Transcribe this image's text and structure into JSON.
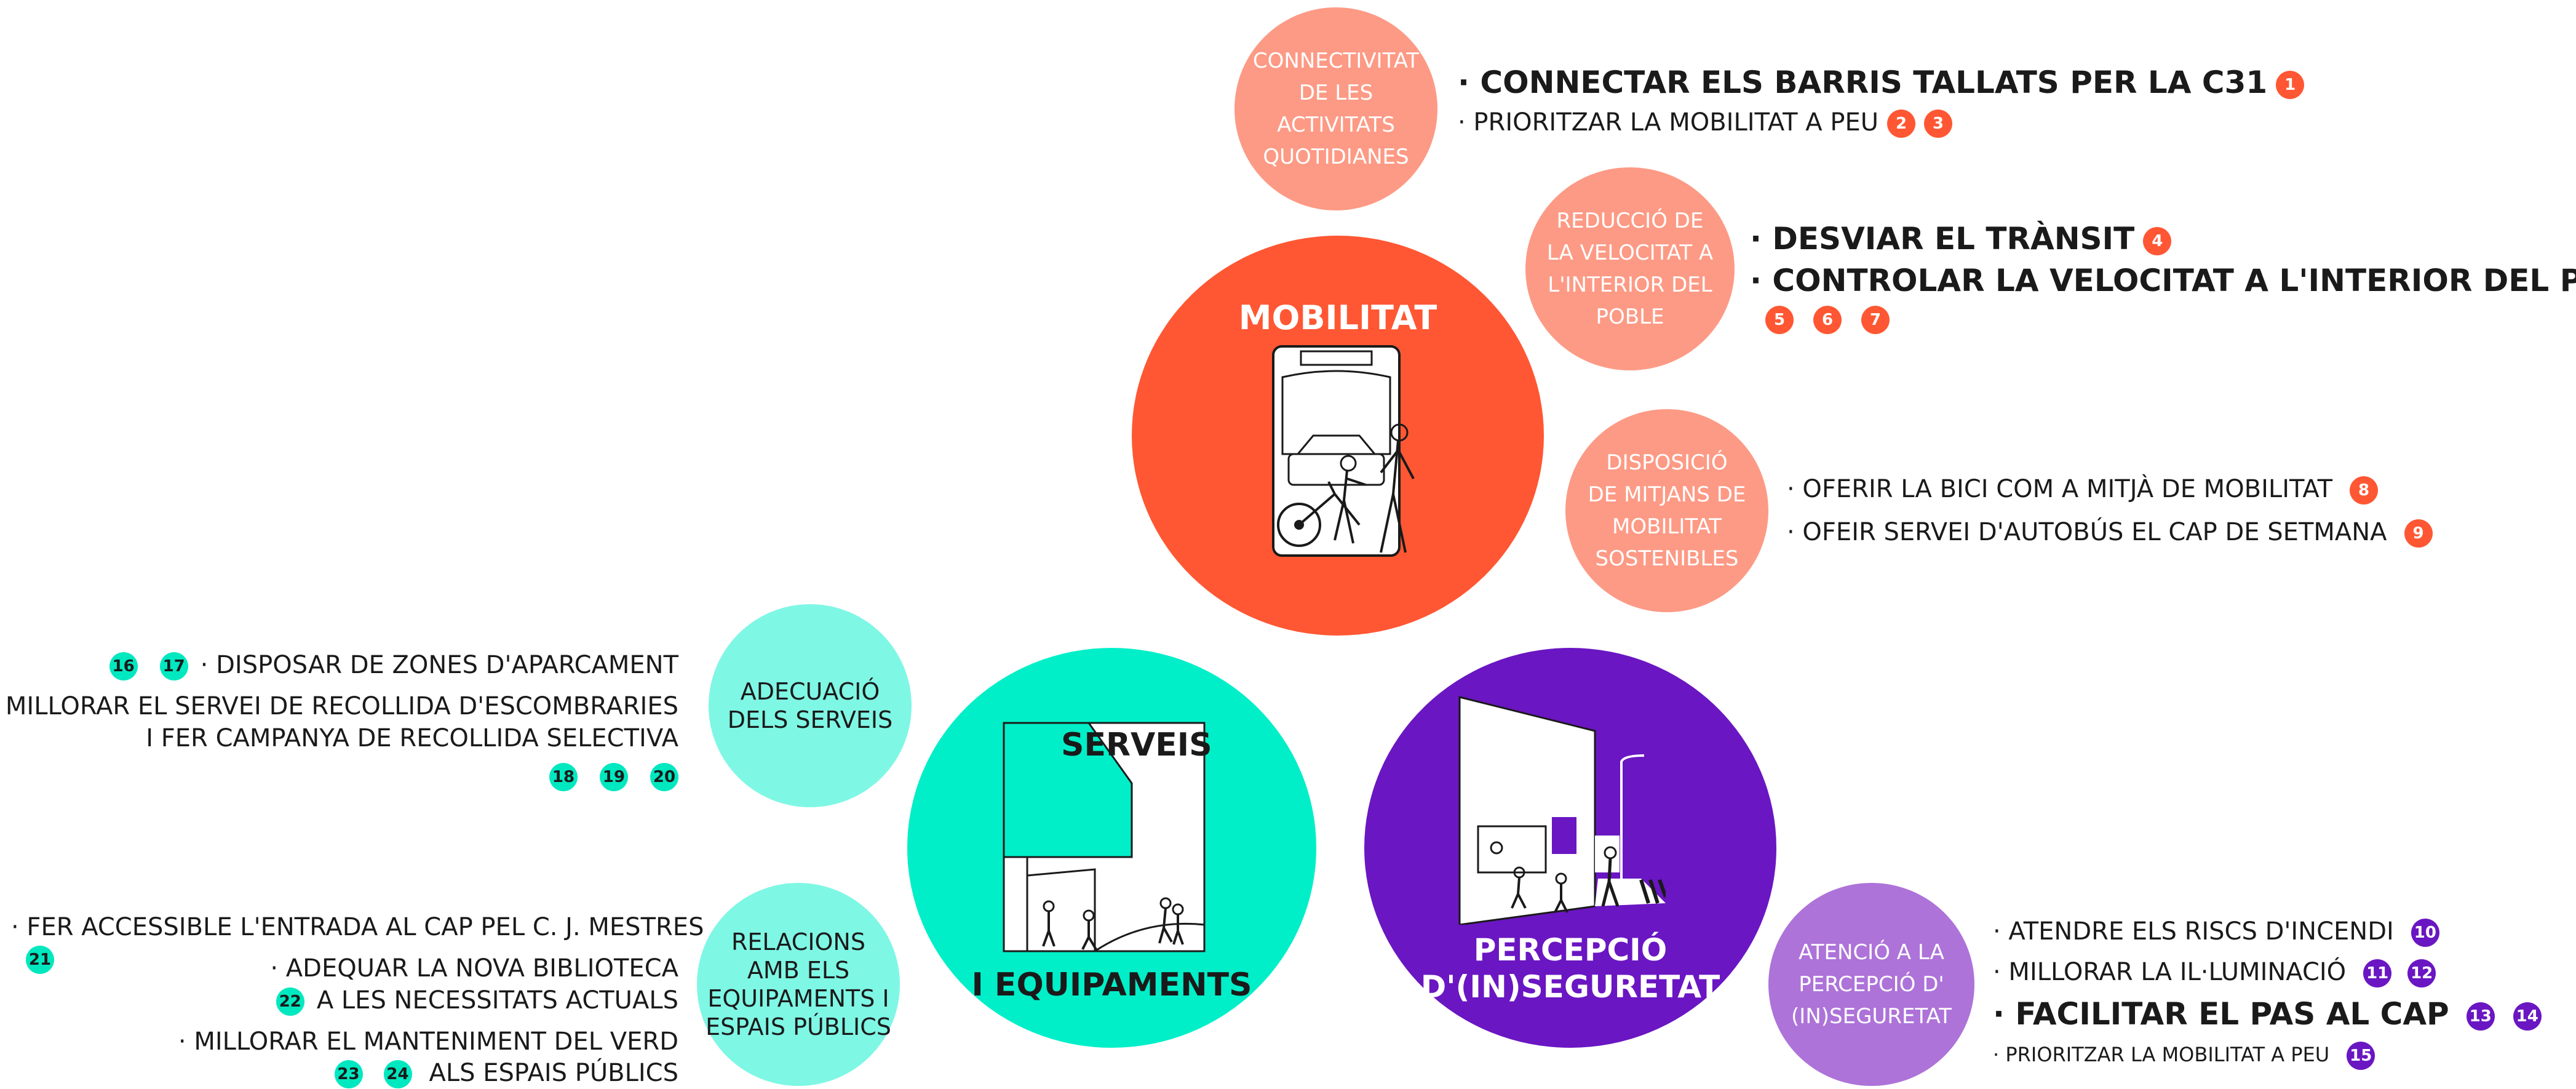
{
  "colors": {
    "mobility_main": "#ff5733",
    "mobility_sub": "#fd9a85",
    "services_main": "#00efc8",
    "services_sub": "#7ff7e5",
    "safety_main": "#6a16c2",
    "safety_sub": "#ad73d9"
  },
  "mobilitat": {
    "title": "MOBILITAT",
    "sub1": {
      "label": "CONNECTIVITAT\nDE LES\nACTIVITATS\nQUOTIDIANES",
      "items": [
        {
          "text": "· CONNECTAR ELS BARRIS TALLATS PER LA C31",
          "badges": [
            "1"
          ]
        },
        {
          "text": "· PRIORITZAR LA MOBILITAT A PEU",
          "badges": [
            "2",
            "3"
          ]
        }
      ]
    },
    "sub2": {
      "label": "REDUCCIÓ DE\nLA VELOCITAT A\nL'INTERIOR DEL\nPOBLE",
      "items": [
        {
          "text": "· DESVIAR EL TRÀNSIT",
          "badges": [
            "4"
          ]
        },
        {
          "text": "· CONTROLAR LA VELOCITAT A L'INTERIOR DEL POBLE",
          "badges": [
            "5",
            "6",
            "7"
          ]
        }
      ]
    },
    "sub3": {
      "label": "DISPOSICIÓ\nDE MITJANS DE\nMOBILITAT\nSOSTENIBLES",
      "items": [
        {
          "text": "· OFERIR LA BICI COM A MITJÀ DE MOBILITAT",
          "badges": [
            "8"
          ]
        },
        {
          "text": "· OFEIR SERVEI D'AUTOBÚS EL CAP DE SETMANA",
          "badges": [
            "9"
          ]
        }
      ]
    }
  },
  "serveis": {
    "title_line1": "SERVEIS",
    "title_line2": "I EQUIPAMENTS",
    "sub1": {
      "label": "ADECUACIÓ\nDELS SERVEIS",
      "items": [
        {
          "text": "· DISPOSAR DE ZONES D'APARCAMENT",
          "badges": [
            "16",
            "17"
          ]
        },
        {
          "text_line1": "· MILLORAR EL SERVEI DE RECOLLIDA D'ESCOMBRARIES",
          "text_line2": "I FER CAMPANYA DE RECOLLIDA SELECTIVA",
          "badges": [
            "18",
            "19",
            "20"
          ]
        }
      ]
    },
    "sub2": {
      "label": "RELACIONS\nAMB ELS\nEQUIPAMENTS I\nESPAIS PÚBLICS",
      "items": [
        {
          "text": "· FER ACCESSIBLE L'ENTRADA AL CAP PEL C. J. MESTRES",
          "badges": [
            "21"
          ]
        },
        {
          "text_line1": "· ADEQUAR LA NOVA BIBLIOTECA",
          "text_line2": "A LES NECESSITATS ACTUALS",
          "badges": [
            "22"
          ]
        },
        {
          "text_line1": "· MILLORAR EL MANTENIMENT DEL VERD",
          "text_line2": "ALS ESPAIS PÚBLICS",
          "badges": [
            "23",
            "24"
          ]
        }
      ]
    }
  },
  "seguretat": {
    "title_line1": "PERCEPCIÓ",
    "title_line2": "D'(IN)SEGURETAT",
    "sub1": {
      "label": "ATENCIÓ A LA\nPERCEPCIÓ D'\n(IN)SEGURETAT",
      "items": [
        {
          "text": "· ATENDRE ELS RISCS D'INCENDI",
          "badges": [
            "10"
          ]
        },
        {
          "text": "· MILLORAR LA IL·LUMINACIÓ",
          "badges": [
            "11",
            "12"
          ]
        },
        {
          "text": "· FACILITAR EL PAS AL CAP",
          "badges": [
            "13",
            "14"
          ]
        },
        {
          "text": "· PRIORITZAR LA MOBILITAT A PEU",
          "badges": [
            "15"
          ]
        }
      ]
    }
  }
}
